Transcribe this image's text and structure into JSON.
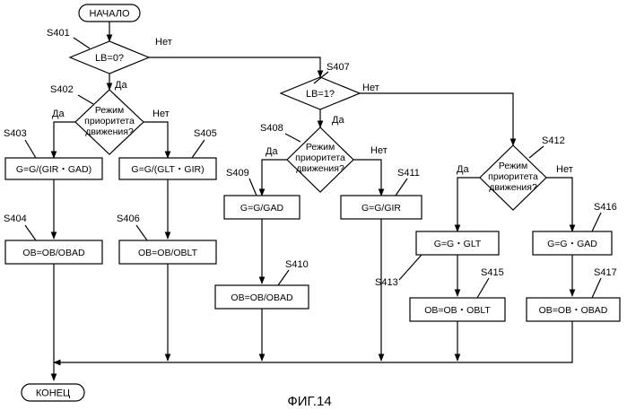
{
  "terminals": {
    "start": "НАЧАЛО",
    "end": "КОНЕЦ"
  },
  "steps": {
    "s401": "S401",
    "s402": "S402",
    "s403": "S403",
    "s404": "S404",
    "s405": "S405",
    "s406": "S406",
    "s407": "S407",
    "s408": "S408",
    "s409": "S409",
    "s410": "S410",
    "s411": "S411",
    "s412": "S412",
    "s413": "S413",
    "s415": "S415",
    "s416": "S416",
    "s417": "S417"
  },
  "decisions": {
    "lb0": "LB=0?",
    "lb1": "LB=1?",
    "mode_line1": "Режим",
    "mode_line2": "приоритета",
    "mode_line3": "движения?"
  },
  "branches": {
    "yes": "Да",
    "no": "Нет"
  },
  "processes": {
    "s403": "G=G/(GIR・GAD)",
    "s404": "OB=OB/OBAD",
    "s405": "G=G/(GLT・GIR)",
    "s406": "OB=OB/OBLT",
    "s409": "G=G/GAD",
    "s410": "OB=OB/OBAD",
    "s411": "G=G/GIR",
    "s413": "G=G・GLT",
    "s415": "OB=OB・OBLT",
    "s416": "G=G・GAD",
    "s417": "OB=OB・OBAD"
  },
  "caption": "ФИГ.14"
}
